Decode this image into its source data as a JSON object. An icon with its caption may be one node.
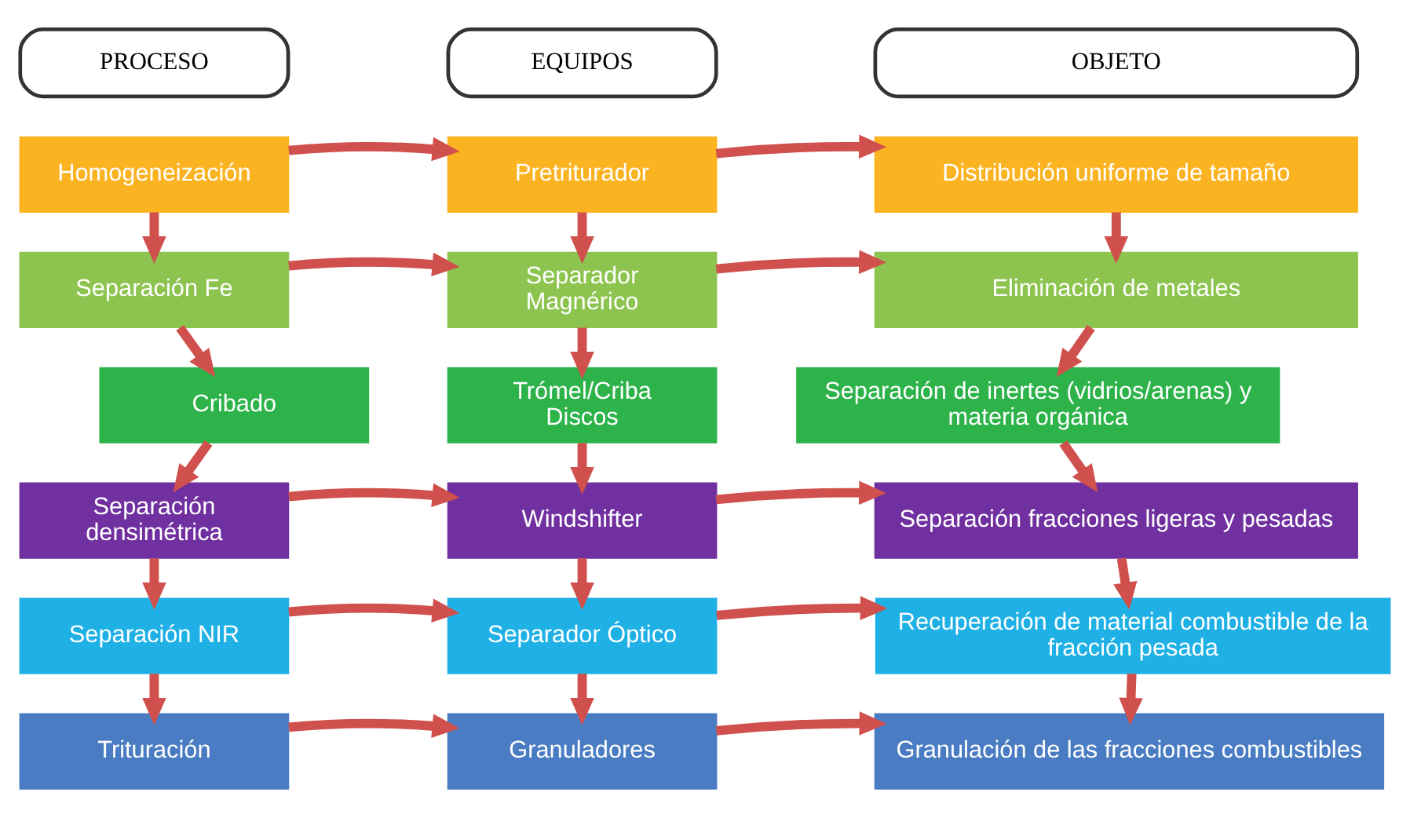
{
  "diagram": {
    "nodes": [
      {
        "text": [
          "PROCESO"
        ]
      },
      {
        "text": [
          "EQUIPOS"
        ]
      },
      {
        "text": [
          "OBJETO"
        ]
      },
      {
        "text": [
          "Homogeneización"
        ]
      },
      {
        "text": [
          "Pretriturador"
        ]
      },
      {
        "text": [
          "Distribución uniforme de tamaño"
        ]
      },
      {
        "text": [
          "Separación Fe"
        ]
      },
      {
        "text": [
          "Separador Magnérico"
        ]
      },
      {
        "text": [
          "Eliminación de metales"
        ]
      },
      {
        "text": [
          "Cribado"
        ]
      },
      {
        "text": [
          "Trómel/Criba Discos"
        ]
      },
      {
        "text": [
          "Separación de inertes (vidrios/arenas) y materia orgánica"
        ]
      },
      {
        "text": [
          "Separación densimétrica"
        ]
      },
      {
        "text": [
          "Windshifter"
        ]
      },
      {
        "text": [
          "Separación fracciones ligeras y pesadas"
        ]
      },
      {
        "text": [
          "Separación NIR"
        ]
      },
      {
        "text": [
          "Separador Óptico"
        ]
      },
      {
        "text": [
          "Recuperación de material combustible de la fracción pesada"
        ]
      },
      {
        "text": [
          "Trituración"
        ]
      },
      {
        "text": [
          "Granuladores"
        ]
      },
      {
        "text": [
          "Granulación de las fracciones combustibles"
        ]
      }
    ],
    "edges": [
      {
        "from": 3,
        "to": 6,
        "arrow": "to"
      },
      {
        "from": 6,
        "to": 9,
        "arrow": "to"
      },
      {
        "from": 9,
        "to": 12,
        "arrow": "to"
      },
      {
        "from": 12,
        "to": 15,
        "arrow": "to"
      },
      {
        "from": 15,
        "to": 18,
        "arrow": "to"
      },
      {
        "from": 4,
        "to": 7,
        "arrow": "to"
      },
      {
        "from": 7,
        "to": 10,
        "arrow": "to"
      },
      {
        "from": 10,
        "to": 13,
        "arrow": "to"
      },
      {
        "from": 13,
        "to": 16,
        "arrow": "to"
      },
      {
        "from": 16,
        "to": 19,
        "arrow": "to"
      },
      {
        "from": 5,
        "to": 8,
        "arrow": "to"
      },
      {
        "from": 8,
        "to": 11,
        "arrow": "to"
      },
      {
        "from": 11,
        "to": 14,
        "arrow": "to"
      },
      {
        "from": 14,
        "to": 17,
        "arrow": "to"
      },
      {
        "from": 17,
        "to": 20,
        "arrow": "to"
      },
      {
        "from": 3,
        "to": 4,
        "arrow": "to"
      },
      {
        "from": 6,
        "to": 7,
        "arrow": "to"
      },
      {
        "from": 12,
        "to": 13,
        "arrow": "to"
      },
      {
        "from": 15,
        "to": 16,
        "arrow": "to"
      },
      {
        "from": 18,
        "to": 19,
        "arrow": "to"
      },
      {
        "from": 4,
        "to": 5,
        "arrow": "to"
      },
      {
        "from": 7,
        "to": 8,
        "arrow": "to"
      },
      {
        "from": 13,
        "to": 14,
        "arrow": "to"
      },
      {
        "from": 16,
        "to": 17,
        "arrow": "to"
      },
      {
        "from": 19,
        "to": 20,
        "arrow": "to"
      }
    ]
  }
}
